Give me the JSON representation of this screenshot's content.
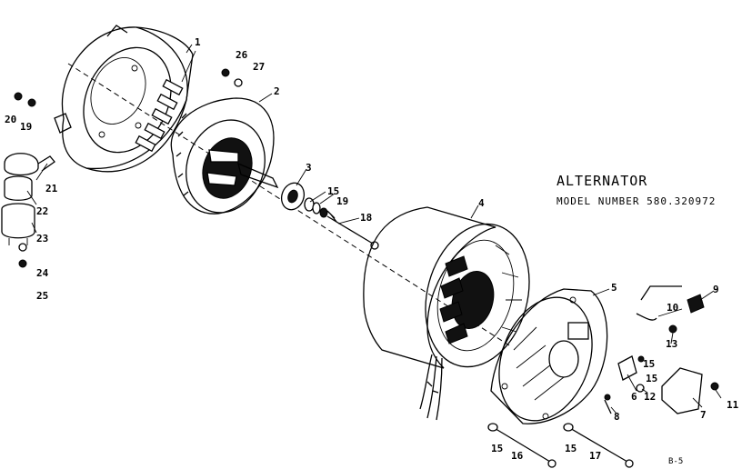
{
  "header": {
    "title": "ALTERNATOR",
    "model_line": "MODEL NUMBER 580.320972"
  },
  "footer": {
    "page_code": "B-5"
  },
  "callouts": {
    "c1": "1",
    "c2": "2",
    "c3": "3",
    "c4": "4",
    "c5": "5",
    "c6": "6",
    "c7": "7",
    "c8": "8",
    "c9": "9",
    "c10": "10",
    "c11": "11",
    "c12": "12",
    "c13": "13",
    "c15a": "15",
    "c15b": "15",
    "c15c": "15",
    "c15d": "15",
    "c16": "16",
    "c17": "17",
    "c18": "18",
    "c19a": "19",
    "c19b": "19",
    "c20": "20",
    "c21": "21",
    "c22": "22",
    "c23": "23",
    "c24": "24",
    "c25": "25",
    "c26": "26",
    "c27": "27"
  }
}
